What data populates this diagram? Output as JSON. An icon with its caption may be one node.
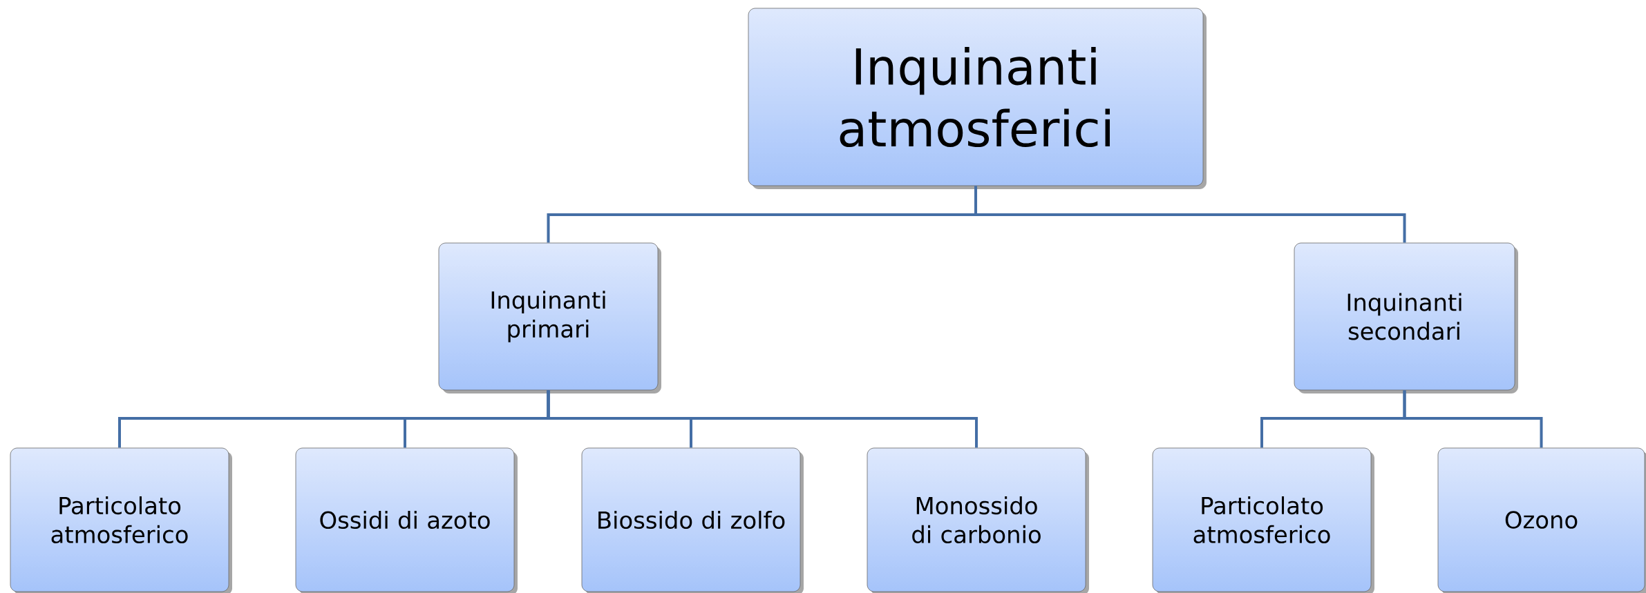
{
  "diagram": {
    "nodes": [
      {
        "text": [
          "Inquinanti atmosferici"
        ]
      },
      {
        "text": [
          "Inquinanti primari"
        ]
      },
      {
        "text": [
          "Inquinanti secondari"
        ]
      },
      {
        "text": [
          "Particolato atmosferico"
        ]
      },
      {
        "text": [
          "Ossidi di azoto"
        ]
      },
      {
        "text": [
          "Biossido di zolfo"
        ]
      },
      {
        "text": [
          "Monossido di carbonio"
        ]
      },
      {
        "text": [
          "Particolato atmosferico"
        ]
      },
      {
        "text": [
          "Ozono"
        ]
      }
    ],
    "edges": [
      {
        "from": 0,
        "to": 1,
        "arrow": "none"
      },
      {
        "from": 0,
        "to": 2,
        "arrow": "none"
      },
      {
        "from": 1,
        "to": 3,
        "arrow": "none"
      },
      {
        "from": 1,
        "to": 4,
        "arrow": "none"
      },
      {
        "from": 1,
        "to": 5,
        "arrow": "none"
      },
      {
        "from": 1,
        "to": 6,
        "arrow": "none"
      },
      {
        "from": 2,
        "to": 7,
        "arrow": "none"
      },
      {
        "from": 2,
        "to": 8,
        "arrow": "none"
      }
    ]
  }
}
